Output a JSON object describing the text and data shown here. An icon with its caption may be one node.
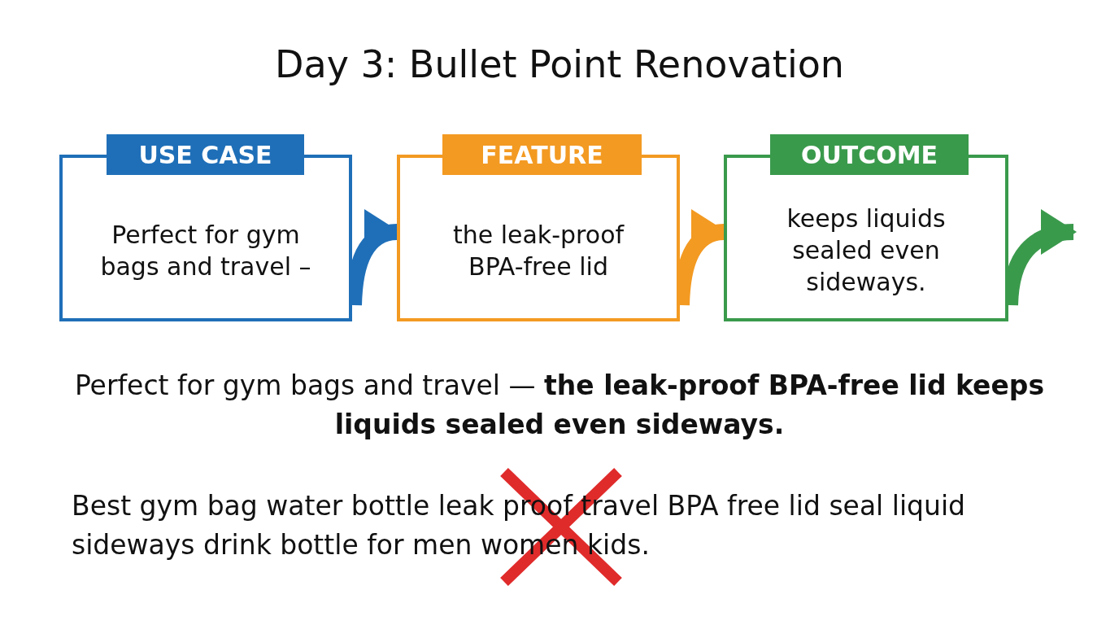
{
  "diagram": {
    "title": "Day 3: Bullet Point Renovation",
    "nodes": [
      {
        "text": [
          "USE CASE",
          "Perfect for gym bags and travel –"
        ]
      },
      {
        "text": [
          "FEATURE",
          "the leak-proof BPA-free lid"
        ]
      },
      {
        "text": [
          "OUTCOME",
          "keeps liquids sealed even sideways."
        ]
      }
    ],
    "edges": [
      {
        "from": 0,
        "to": 1,
        "arrow": "to",
        "color": "#1f6fb8"
      },
      {
        "from": 1,
        "to": 2,
        "arrow": "to",
        "color": "#f39a22"
      },
      {
        "from": 2,
        "to": null,
        "arrow": "to",
        "color": "#3a9a4c"
      }
    ],
    "labels": [
      "Perfect for gym bags and travel — **the leak-proof BPA-free lid keeps liquids sealed even sideways.**",
      "Best gym bag water bottle leak proof travel BPA free lid seal liquid sideways drink bottle for men women kids."
    ]
  }
}
